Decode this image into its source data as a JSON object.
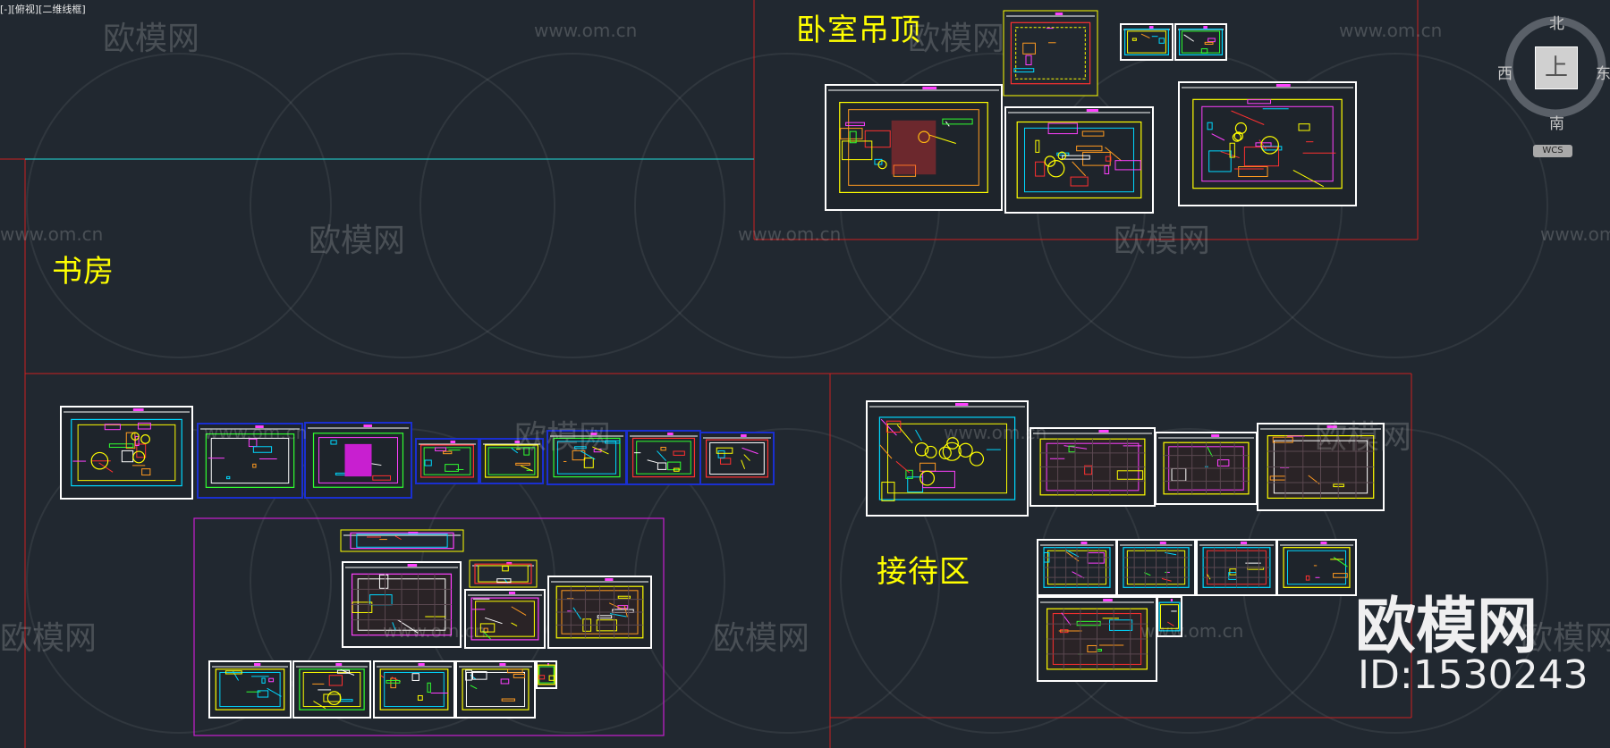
{
  "viewport": {
    "label": "[-][俯视][二维线框]"
  },
  "area_labels": {
    "bedroom_ceiling": "卧室吊顶",
    "study": "书房",
    "reception": "接待区"
  },
  "watermark": {
    "brand": "欧模网",
    "url": "www.om.cn",
    "id": "ID:1530243"
  },
  "viewcube": {
    "north": "北",
    "south": "南",
    "west": "西",
    "east": "东",
    "face": "上",
    "wcs": "WCS"
  },
  "colors": {
    "background": "#212830",
    "frame_red": "#cc1f1f",
    "guide_cyan": "#22b8b8",
    "label_yellow": "#ffff00",
    "sheet_border": "#ffffff",
    "sheet_border_blue": "#1a2fd0",
    "magenta": "#c81fd0"
  }
}
